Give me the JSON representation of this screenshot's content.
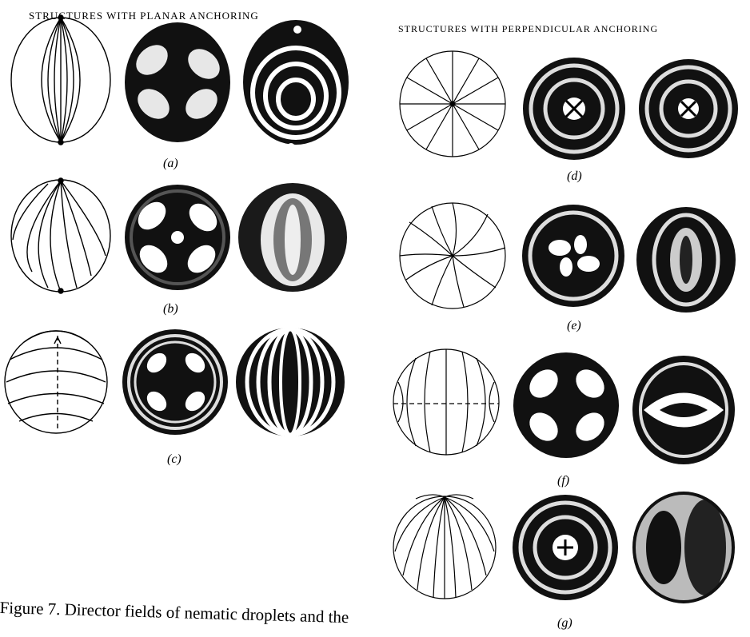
{
  "headings": {
    "planar": "STRUCTURES WITH PLANAR ANCHORING",
    "perpendicular": "STRUCTURES WITH PERPENDICULAR ANCHORING"
  },
  "labels": {
    "a": "(a)",
    "b": "(b)",
    "c": "(c)",
    "d": "(d)",
    "e": "(e)",
    "f": "(f)",
    "g": "(g)"
  },
  "caption": "Figure 7.  Director fields of nematic droplets and the"
}
